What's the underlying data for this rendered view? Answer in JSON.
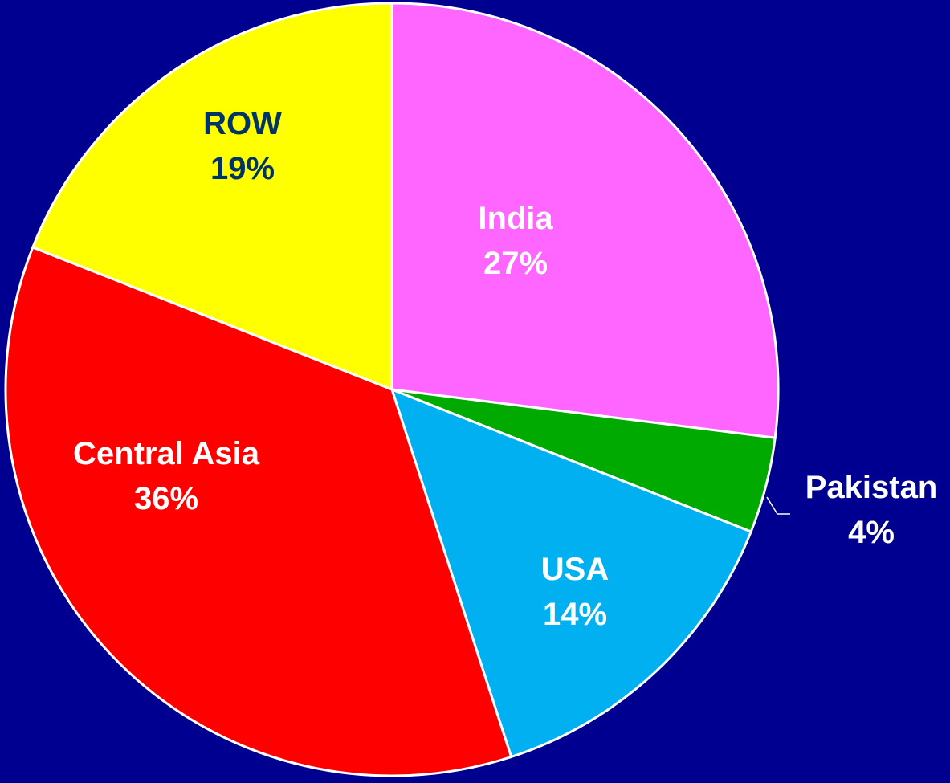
{
  "chart_data": {
    "type": "pie",
    "start_angle_deg": 0,
    "direction": "clockwise",
    "slices": [
      {
        "label": "India",
        "percent_label": "27%",
        "value": 27,
        "color": "#FF66FF",
        "label_color": "#FFFFFF"
      },
      {
        "label": "Pakistan",
        "percent_label": "4%",
        "value": 4,
        "color": "#00AA00",
        "label_color": "#FFFFFF",
        "label_outside": true
      },
      {
        "label": "USA",
        "percent_label": "14%",
        "value": 14,
        "color": "#00B0F0",
        "label_color": "#FFFFFF"
      },
      {
        "label": "Central Asia",
        "percent_label": "36%",
        "value": 36,
        "color": "#FF0000",
        "label_color": "#FFFFFF"
      },
      {
        "label": "ROW",
        "percent_label": "19%",
        "value": 19,
        "color": "#FFFF00",
        "label_color": "#003366"
      }
    ],
    "background_color": "#000090",
    "slice_border_color": "#FFFFFF"
  }
}
